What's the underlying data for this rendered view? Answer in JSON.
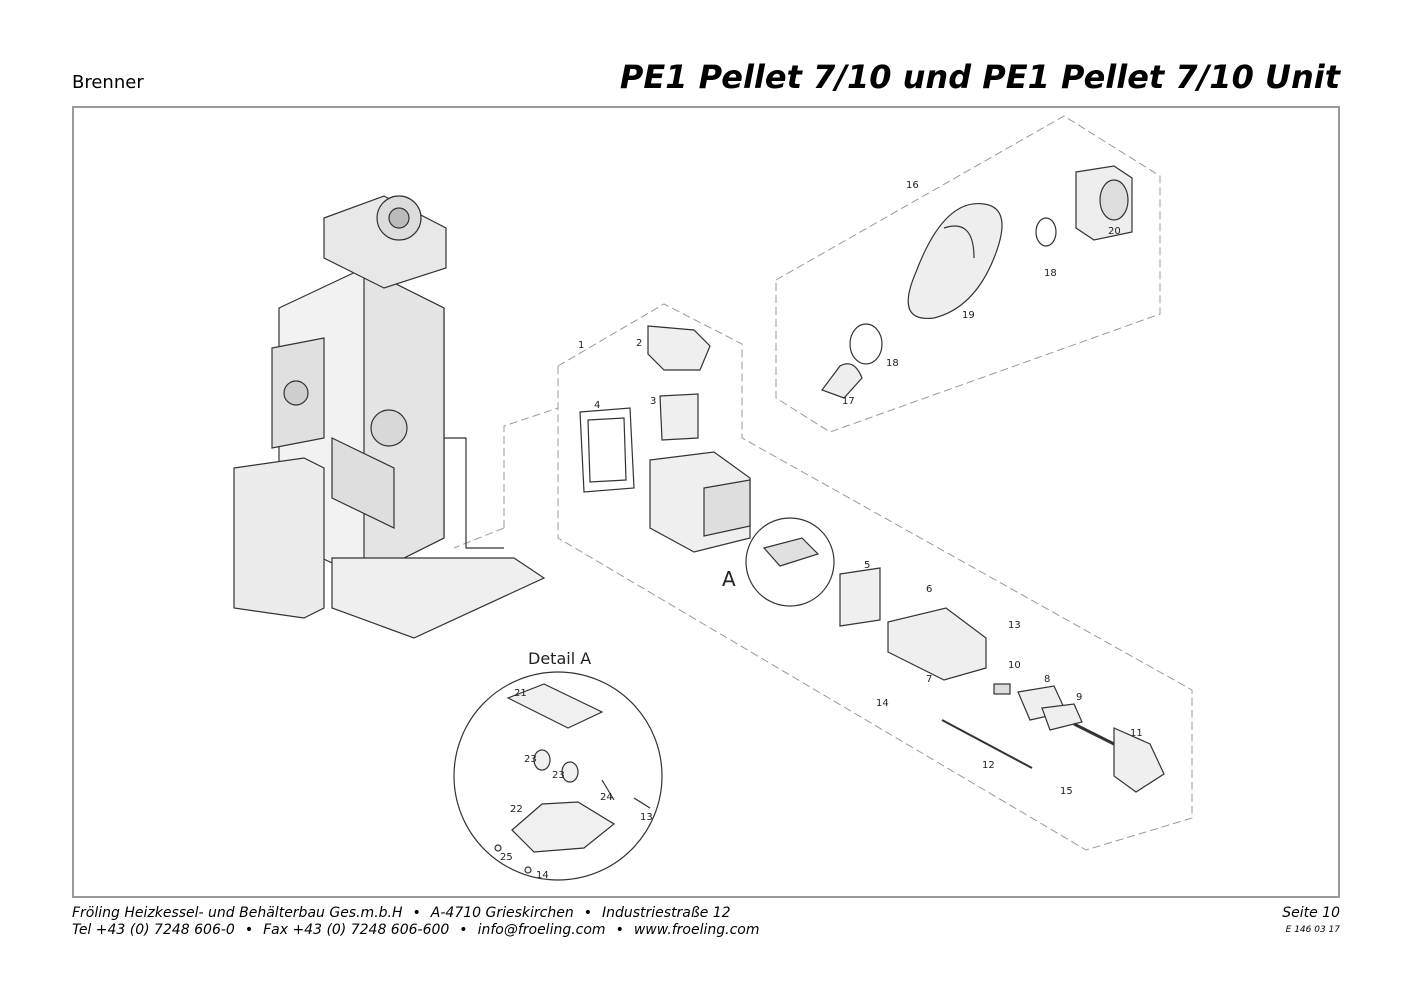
{
  "header": {
    "section": "Brenner",
    "title": "PE1 Pellet 7/10 und PE1 Pellet 7/10 Unit"
  },
  "diagram": {
    "labels": [
      "1",
      "2",
      "3",
      "4",
      "5",
      "6",
      "7",
      "8",
      "9",
      "10",
      "11",
      "12",
      "13",
      "14",
      "15",
      "16",
      "17",
      "18",
      "18",
      "19",
      "20"
    ],
    "detail_marker": "A",
    "detail_title": "Detail A",
    "detail_labels": [
      "21",
      "22",
      "23",
      "23",
      "24",
      "13",
      "25",
      "14"
    ]
  },
  "footer": {
    "company": "Fröling Heizkessel- und Behälterbau Ges.m.b.H",
    "address": "A-4710 Grieskirchen",
    "street": "Industriestraße 12",
    "tel": "Tel +43 (0) 7248 606-0",
    "fax": "Fax +43 (0) 7248 606-600",
    "email": "info@froeling.com",
    "web": "www.froeling.com",
    "page": "Seite 10",
    "doc_code": "E 146 03 17"
  }
}
